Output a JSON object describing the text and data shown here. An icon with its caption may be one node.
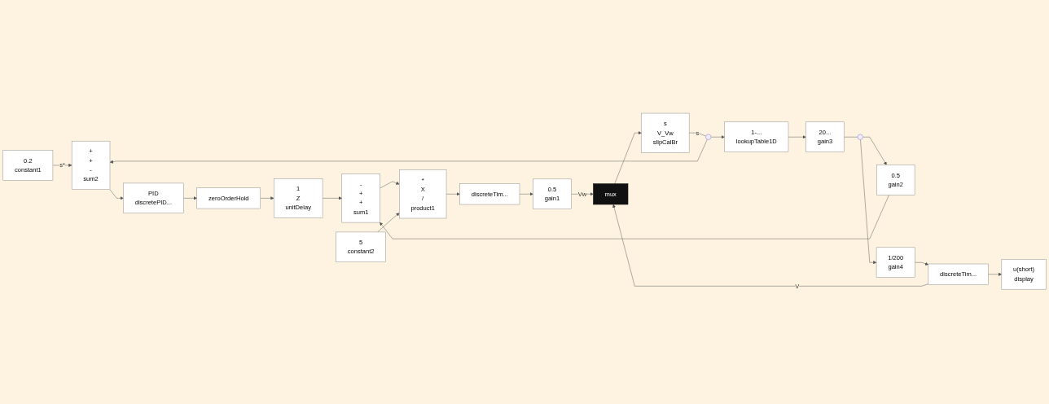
{
  "diagram": {
    "nodes": [
      {
        "text": [
          "0.2",
          "constant1"
        ]
      },
      {
        "text": [
          "+",
          "+",
          "-",
          "sum2"
        ]
      },
      {
        "text": [
          "PID",
          "discretePID..."
        ]
      },
      {
        "text": [
          "zeroOrderHold"
        ]
      },
      {
        "text": [
          "1",
          "Z",
          "unitDelay"
        ]
      },
      {
        "text": [
          "-",
          "+",
          "+",
          "sum1"
        ]
      },
      {
        "text": [
          "*",
          "X",
          "/",
          "product1"
        ]
      },
      {
        "text": [
          "discreteTim..."
        ]
      },
      {
        "text": [
          "0.5",
          "gain1"
        ]
      },
      {
        "text": [
          "mux"
        ]
      },
      {
        "text": [
          "1-...",
          "lookupTable1D"
        ]
      },
      {
        "text": [
          "20...",
          "gain3"
        ]
      },
      {
        "text": [
          "0.5",
          "gain2"
        ]
      },
      {
        "text": [
          "5",
          "constant2"
        ]
      },
      {
        "text": [
          "1/200",
          "gain4"
        ]
      },
      {
        "text": [
          "discreteTim..."
        ]
      },
      {
        "text": [
          "u(short)",
          "display"
        ]
      },
      {
        "text": [
          "s",
          "V_Vw",
          "slipCalBr"
        ]
      },
      {
        "text": [],
        "shape": "circle"
      },
      {
        "text": [],
        "shape": "circle"
      }
    ],
    "edges": [
      {
        "from": 0,
        "to": 1,
        "arrow": "to",
        "label": "s*"
      },
      {
        "from": 1,
        "to": 2,
        "arrow": "to"
      },
      {
        "from": 2,
        "to": 3,
        "arrow": "to"
      },
      {
        "from": 3,
        "to": 4,
        "arrow": "to"
      },
      {
        "from": 4,
        "to": 5,
        "arrow": "to"
      },
      {
        "from": 5,
        "to": 6,
        "arrow": "to"
      },
      {
        "from": 6,
        "to": 7,
        "arrow": "to"
      },
      {
        "from": 7,
        "to": 8,
        "arrow": "to"
      },
      {
        "from": 8,
        "to": 9,
        "arrow": "to",
        "label": "Vw"
      },
      {
        "from": 15,
        "to": 9,
        "arrow": "to",
        "label": "V"
      },
      {
        "from": 15,
        "to": 16,
        "arrow": "to"
      },
      {
        "from": 9,
        "to": 17,
        "arrow": "to"
      },
      {
        "from": 17,
        "to": 18,
        "arrow": "none",
        "label": "s"
      },
      {
        "from": 18,
        "to": 1,
        "arrow": "to"
      },
      {
        "from": 18,
        "to": 10,
        "arrow": "to"
      },
      {
        "from": 10,
        "to": 11,
        "arrow": "to"
      },
      {
        "from": 11,
        "to": 19,
        "arrow": "none"
      },
      {
        "from": 19,
        "to": 12,
        "arrow": "to"
      },
      {
        "from": 19,
        "to": 14,
        "arrow": "to"
      },
      {
        "from": 12,
        "to": 5,
        "arrow": "to"
      },
      {
        "from": 13,
        "to": 6,
        "arrow": "to"
      },
      {
        "from": 14,
        "to": 15,
        "arrow": "to"
      }
    ]
  }
}
